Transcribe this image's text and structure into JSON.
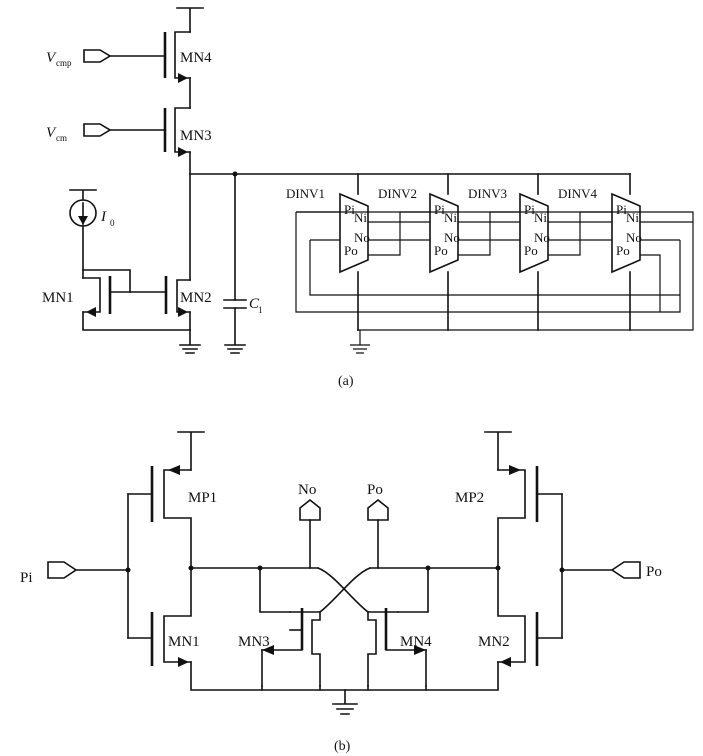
{
  "part_a": {
    "caption": "(a)",
    "transistors": {
      "mn4": "MN4",
      "mn3": "MN3",
      "mn1": "MN1",
      "mn2": "MN2"
    },
    "ports": {
      "v_top": "V",
      "v_top_sub": "cmp",
      "v_bot": "V",
      "v_bot_sub": "cm"
    },
    "current_source": {
      "symbol": "I",
      "sub": "0"
    },
    "capacitor": {
      "symbol": "C",
      "sub": "1"
    },
    "inverters": [
      {
        "name": "DINV1",
        "pi": "Pi",
        "ni": "Ni",
        "no": "No",
        "po": "Po"
      },
      {
        "name": "DINV2",
        "pi": "Pi",
        "ni": "Ni",
        "no": "No",
        "po": "Po"
      },
      {
        "name": "DINV3",
        "pi": "Pi",
        "ni": "Ni",
        "no": "No",
        "po": "Po"
      },
      {
        "name": "DINV4",
        "pi": "Pi",
        "ni": "Ni",
        "no": "No",
        "po": "Po"
      }
    ]
  },
  "part_b": {
    "caption": "(b)",
    "transistors": {
      "mp1": "MP1",
      "mp2": "MP2",
      "mn1": "MN1",
      "mn2": "MN2",
      "mn3": "MN3",
      "mn4": "MN4"
    },
    "ports": {
      "pi": "Pi",
      "po_right": "Po",
      "no_top": "No",
      "po_top": "Po"
    }
  }
}
